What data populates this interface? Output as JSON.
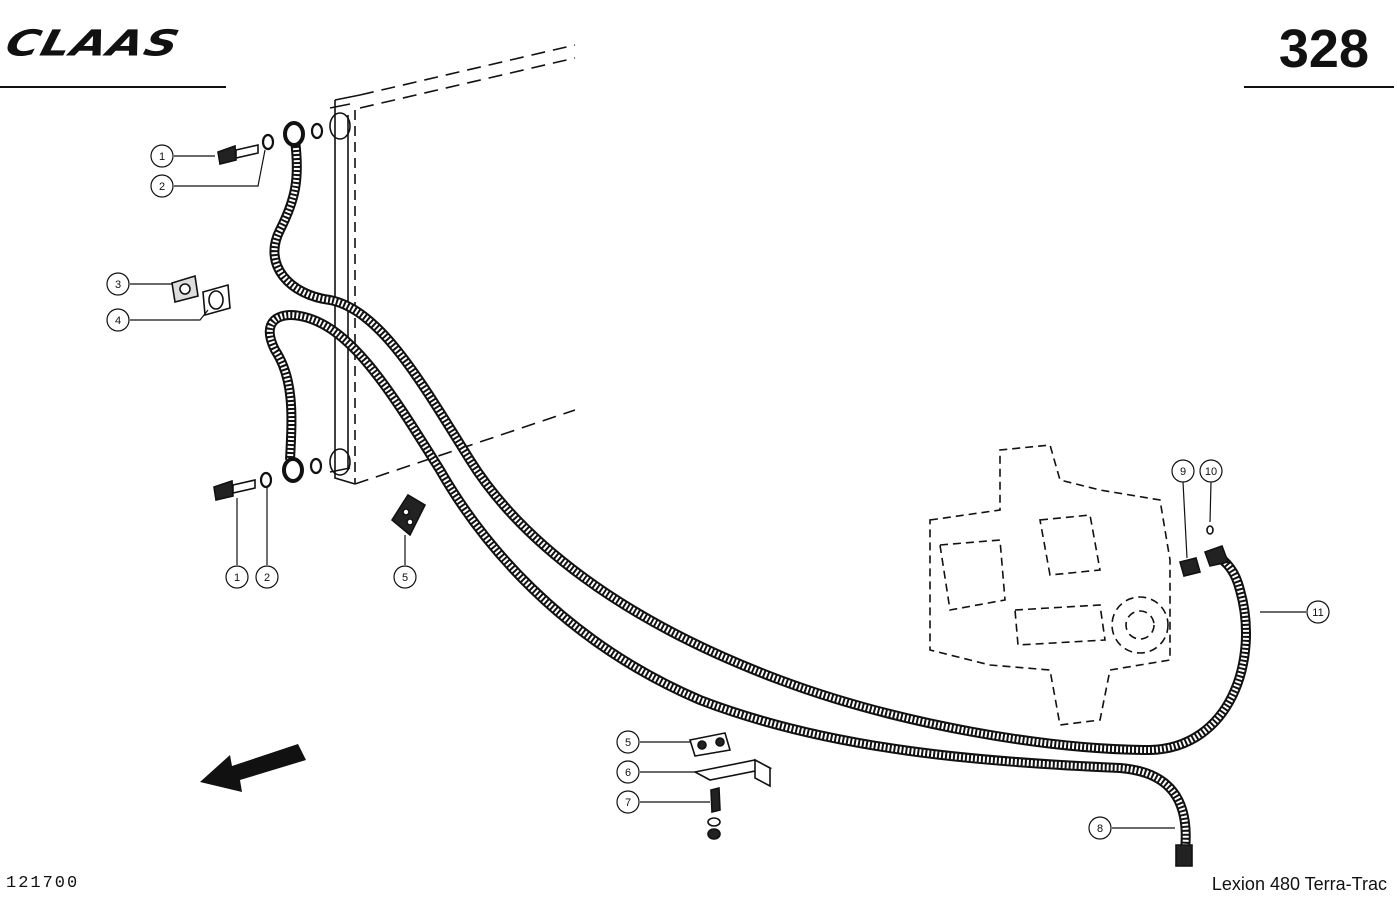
{
  "header": {
    "brand": "CLAAS",
    "page_number": "328"
  },
  "footer": {
    "doc_number": "121700",
    "model": "Lexion 480 Terra-Trac"
  },
  "callouts": [
    {
      "id": "c1a",
      "label": "1"
    },
    {
      "id": "c2a",
      "label": "2"
    },
    {
      "id": "c3",
      "label": "3"
    },
    {
      "id": "c4",
      "label": "4"
    },
    {
      "id": "c1b",
      "label": "1"
    },
    {
      "id": "c2b",
      "label": "2"
    },
    {
      "id": "c5a",
      "label": "5"
    },
    {
      "id": "c9",
      "label": "9"
    },
    {
      "id": "c10",
      "label": "10"
    },
    {
      "id": "c11",
      "label": "11"
    },
    {
      "id": "c5b",
      "label": "5"
    },
    {
      "id": "c6",
      "label": "6"
    },
    {
      "id": "c7",
      "label": "7"
    },
    {
      "id": "c8",
      "label": "8"
    }
  ]
}
